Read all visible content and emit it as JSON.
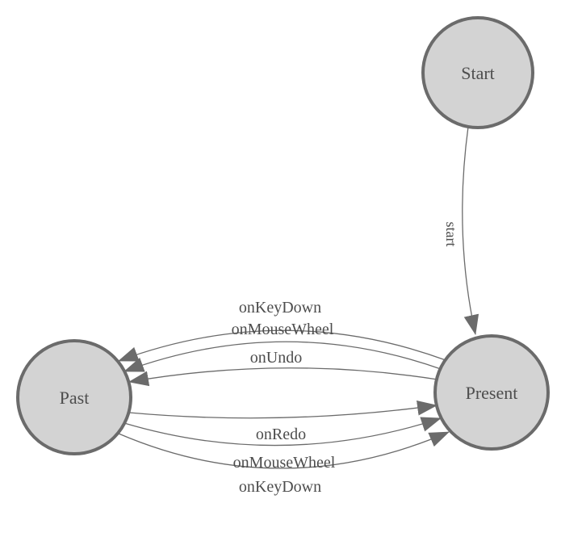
{
  "diagram": {
    "type": "state-machine",
    "colors": {
      "background": "#ffffff",
      "node_fill": "#d3d3d3",
      "node_stroke": "#6b6b6b",
      "edge_stroke": "#6b6b6b",
      "arrowhead_fill": "#6b6b6b",
      "label_text": "#4d4d4d"
    },
    "nodes": [
      {
        "id": "start",
        "label": "Start"
      },
      {
        "id": "present",
        "label": "Present"
      },
      {
        "id": "past",
        "label": "Past"
      }
    ],
    "edges": [
      {
        "from": "start",
        "to": "present",
        "label": "start"
      },
      {
        "from": "present",
        "to": "past",
        "label": "onKeyDown"
      },
      {
        "from": "present",
        "to": "past",
        "label": "onMouseWheel"
      },
      {
        "from": "present",
        "to": "past",
        "label": "onUndo"
      },
      {
        "from": "past",
        "to": "present",
        "label": "onRedo"
      },
      {
        "from": "past",
        "to": "present",
        "label": "onMouseWheel"
      },
      {
        "from": "past",
        "to": "present",
        "label": "onKeyDown"
      }
    ]
  }
}
